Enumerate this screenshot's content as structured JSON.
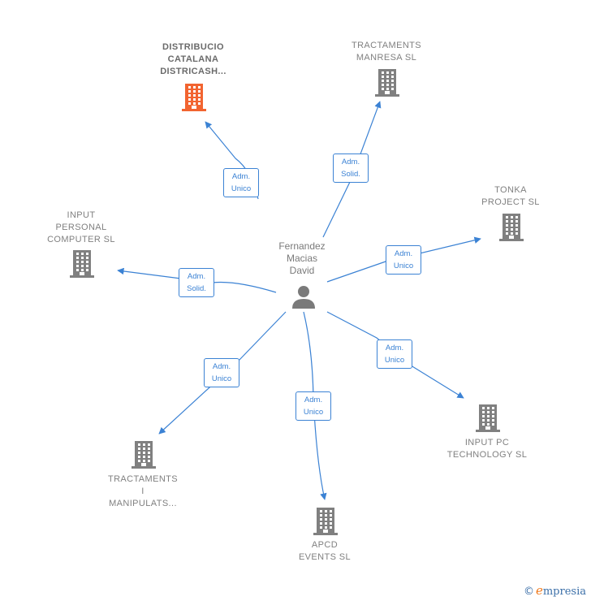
{
  "colors": {
    "edge": "#3b82d4",
    "building_default": "#808080",
    "building_highlight": "#f26430",
    "person": "#7a7a7a"
  },
  "center": {
    "name": "Fernandez\nMacias\nDavid",
    "icon": "person-icon"
  },
  "companies": [
    {
      "id": "distribucio",
      "name": "DISTRIBUCIO\nCATALANA\nDISTRICASH...",
      "highlight": true,
      "relation": "Adm.\nUnico",
      "icon": "building-icon"
    },
    {
      "id": "tractaments-manresa",
      "name": "TRACTAMENTS\nMANRESA  SL",
      "highlight": false,
      "relation": "Adm.\nSolid.",
      "icon": "building-icon"
    },
    {
      "id": "tonka",
      "name": "TONKA\nPROJECT  SL",
      "highlight": false,
      "relation": "Adm.\nUnico",
      "icon": "building-icon"
    },
    {
      "id": "input-personal",
      "name": "INPUT\nPERSONAL\nCOMPUTER  SL",
      "highlight": false,
      "relation": "Adm.\nSolid.",
      "icon": "building-icon"
    },
    {
      "id": "input-pc",
      "name": "INPUT PC\nTECHNOLOGY SL",
      "highlight": false,
      "relation": "Adm.\nUnico",
      "icon": "building-icon"
    },
    {
      "id": "tractaments-i",
      "name": "TRACTAMENTS\nI\nMANIPULATS...",
      "highlight": false,
      "relation": "Adm.\nUnico",
      "icon": "building-icon"
    },
    {
      "id": "apcd",
      "name": "APCD\nEVENTS  SL",
      "highlight": false,
      "relation": "Adm.\nUnico",
      "icon": "building-icon"
    }
  ],
  "footer": {
    "copyright": "©",
    "brand_initial": "e",
    "brand_rest": "mpresia"
  }
}
